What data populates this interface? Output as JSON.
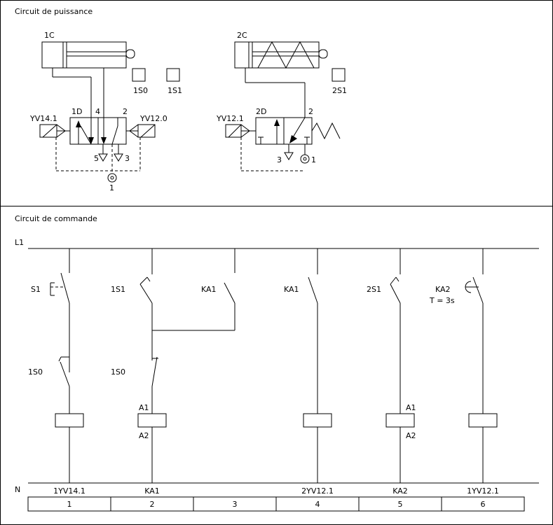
{
  "power_section": {
    "title": "Circuit de puissance",
    "cyl1": "1C",
    "cyl2": "2C",
    "sensors": [
      "1S0",
      "1S1",
      "2S1"
    ],
    "valve1": {
      "name": "1D",
      "sol_left": "YV14.1",
      "sol_right": "YV12.0",
      "port_a": "4",
      "port_b": "2",
      "exhaust_1": "5",
      "exhaust_2": "3",
      "supply": "1"
    },
    "valve2": {
      "name": "2D",
      "sol_left": "YV12.1",
      "port_b": "2",
      "exhaust": "3",
      "supply": "1"
    }
  },
  "control_section": {
    "title": "Circuit de commande",
    "line_top": "L1",
    "line_bottom": "N",
    "contacts_row1": [
      "S1",
      "1S1",
      "KA1",
      "KA1",
      "2S1",
      "KA2"
    ],
    "timer_setting": "T = 3s",
    "contacts_row2": [
      "1S0",
      "1S0"
    ],
    "coil_terminal_a": "A1",
    "coil_terminal_b": "A2",
    "coil_labels": [
      "1YV14.1",
      "KA1",
      "2YV12.1",
      "KA2",
      "1YV12.1"
    ],
    "rung_numbers": [
      "1",
      "2",
      "3",
      "4",
      "5",
      "6"
    ]
  }
}
